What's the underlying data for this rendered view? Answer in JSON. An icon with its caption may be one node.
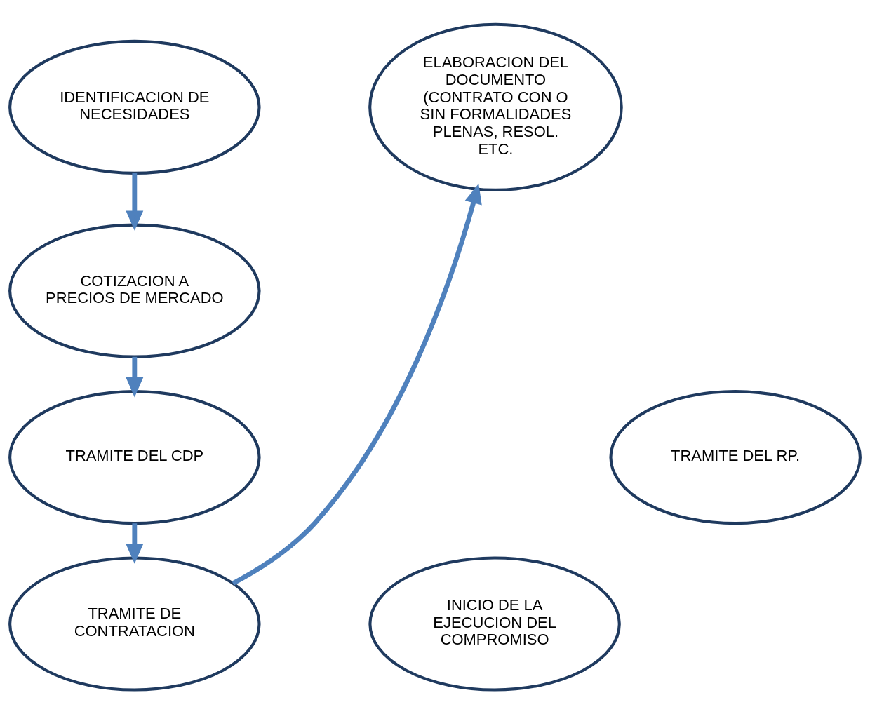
{
  "diagram": {
    "nodes": [
      {
        "text": [
          "IDENTIFICACION DE NECESIDADES"
        ]
      },
      {
        "text": [
          "COTIZACION A PRECIOS DE MERCADO"
        ]
      },
      {
        "text": [
          "TRAMITE DEL CDP"
        ]
      },
      {
        "text": [
          "TRAMITE DE CONTRATACION"
        ]
      },
      {
        "text": [
          "ELABORACION DEL DOCUMENTO (CONTRATO CON O SIN FORMALIDADES PLENAS, RESOL. ETC."
        ]
      },
      {
        "text": [
          "TRAMITE DEL RP."
        ]
      },
      {
        "text": [
          "INICIO DE LA EJECUCION DEL COMPROMISO"
        ]
      }
    ],
    "edges": [
      {
        "from": 0,
        "to": 1,
        "arrow": "to"
      },
      {
        "from": 1,
        "to": 2,
        "arrow": "to"
      },
      {
        "from": 2,
        "to": 3,
        "arrow": "to"
      },
      {
        "from": 3,
        "to": 4,
        "arrow": "to"
      }
    ]
  }
}
